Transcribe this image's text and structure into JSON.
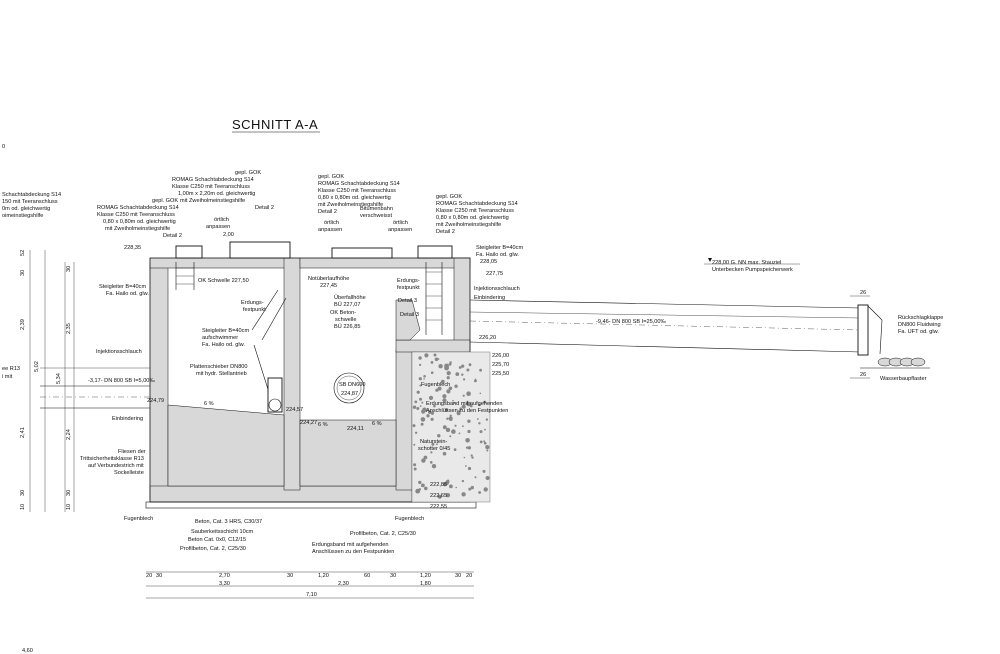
{
  "title": "SCHNITT A-A",
  "left_cut": {
    "top_mark": "0",
    "lines": [
      "Schachtabdeckung S14",
      "150 mit Teeranschluss",
      "0m od. gleichwertig",
      "oimeinstiegshilfe"
    ],
    "notes": [
      "ee R13",
      "i mit"
    ]
  },
  "top_labels": {
    "cover_left": [
      "gepl. GOK",
      "ROMAG Schachtabdeckung S14",
      "Klasse C250 mit Teeranschluss",
      "1,00m x 2,20m od. gleichwertig",
      "mit Zweiholmeinstiegshilfe",
      "Detail 2"
    ],
    "cover_left2": [
      "gepl. GOK",
      "ROMAG Schachtabdeckung S14",
      "Klasse C250 mit Teeranschluss",
      "0,80 x 0,80m od. gleichwertig",
      "mit Zweiholmeinstiegshilfe",
      "Detail 2"
    ],
    "cover_mid": [
      "gepl. GOK",
      "ROMAG Schachtabdeckung S14",
      "Klasse C250 mit Teeranschluss",
      "0,80 x 0,80m od. gleichwertig",
      "mit Zweiholmeinstiegshilfe",
      "Detail 2"
    ],
    "cover_right": [
      "gepl. GOK",
      "ROMAG Schachtabdeckung S14",
      "Klasse C250 mit Teeranschluss",
      "0,80 x 0,80m od. gleichwertig",
      "mit Zweiholmeinstiegshilfe",
      "Detail 2"
    ],
    "oertlich_a": [
      "örtlich",
      "anpassen"
    ],
    "oertlich_b": [
      "örtlich",
      "anpassen"
    ],
    "oertlich_c": [
      "örtlich",
      "anpassen"
    ],
    "bitumen": [
      "Bitumenbahn",
      "verschweisst"
    ]
  },
  "levels": {
    "l22835": "228,35",
    "l22800": "228,00 G. NN max. Stauziel",
    "l22800b": "Unterbecken Pumpspeicherwerk",
    "l22805": "228,05",
    "l22775": "227,75",
    "l22750": "OK Schwelle 227,50",
    "l22745": "227,45",
    "l22707": "BÜ 227,07",
    "l22685": "BÜ 226,85",
    "l22620": "226,20",
    "l22600": "226,00",
    "l22570": "225,70",
    "l22550": "225,50",
    "l22487": "224,87",
    "l22479": "224,79",
    "l22457": "224,57",
    "l22427": "224,27",
    "l22411": "224,11",
    "l22285": "222,85",
    "l22265": "222,65",
    "l22255": "222,55"
  },
  "annotations": {
    "steigleiter_l": [
      "Steigleiter B=40cm",
      "Fa. Hailo od. glw."
    ],
    "steigleiter_r": [
      "Steigleiter B=40cm",
      "Fa. Hailo od. glw."
    ],
    "steigleiter_m": [
      "Steigleiter B=40cm",
      "aufschwimmer",
      "Fa. Hailo od. glw."
    ],
    "erdung_l": [
      "Erdungs-",
      "festpunkt"
    ],
    "erdung_r": [
      "Erdungs-",
      "festpunkt"
    ],
    "plattenschieber": [
      "Plattenschieber DN800",
      "mit hydr. Stellantrieb"
    ],
    "notueberlauf": [
      "Notüberlaufhöhe",
      "227,45"
    ],
    "ueberfall": [
      "Überfallhöhe",
      "BÜ 227,07"
    ],
    "ok_beton": [
      "OK Beton-",
      "schwelle",
      "BÜ 226,85"
    ],
    "detail3_a": "Detail 3",
    "detail3_b": "Detail 3",
    "sb_dn": [
      "SB DN600",
      "224,87"
    ],
    "injektion_l": "Injektionsschlauch",
    "injektion_r": "Injektionsschlauch",
    "einbindering_l": "Einbindering",
    "einbindering_r": "Einbindering",
    "pipe_left": "-3,17- DN 800 SB I=5,00‰",
    "pipe_right": "-9,46- DN 800 SB I=25,00‰",
    "slope_a": "6 %",
    "slope_b": "6 %",
    "slope_c": "6 %",
    "fliessen": [
      "Fliesen der",
      "Trittsicherheitsklasse R13",
      "auf Verbundestrich mit",
      "Sockelleiste"
    ],
    "fugenblech_r": "Fugenblech",
    "fugenblech_b1": "Fugenblech",
    "fugenblech_b2": "Fugenblech",
    "erdungsband_r": [
      "Erdungsband mit aufgehenden",
      "Anschlüssen zu den Festpunkten"
    ],
    "erdungsband_b": [
      "Erdungsband mit aufgehenden",
      "Anschlüssen zu den Festpunkten"
    ],
    "naturstein": [
      "Naturstein-",
      "schotter 0/45"
    ],
    "beton_c3": "Beton, Cat. 3 HRS, C30/37",
    "sauberkeit": "Sauberkeitsschicht 10cm",
    "beton_c0": "Beton Cat. 0x0, C12/15",
    "profilbeton_a": "Profilbeton, Cat. 2, C25/30",
    "profilbeton_b": "Profilbeton, Cat. 2, C25/30",
    "rueckschlag": [
      "Rückschlagklappe",
      "DN800 Fluidwing",
      "Fa. UFT od. glw."
    ],
    "wasserbaupflaster": "Wasserbaupflaster"
  },
  "dims": {
    "d200": "2,00",
    "left_outer": [
      "52",
      "5,02",
      "30",
      "2,39",
      "2,41",
      "30",
      "10"
    ],
    "left_mid": [
      "30",
      "5,34",
      "2,35",
      "2,24",
      "30",
      "10"
    ],
    "bottom_row1": [
      "20",
      "30",
      "2,70",
      "30",
      "1,20",
      "60",
      "30",
      "1,20",
      "30",
      "20"
    ],
    "bottom_row2": [
      "3,30",
      "2,30",
      "1,80"
    ],
    "bottom_total": "7,10",
    "right_26a": "26",
    "right_26b": "26",
    "bottom_mark": "4,60"
  }
}
